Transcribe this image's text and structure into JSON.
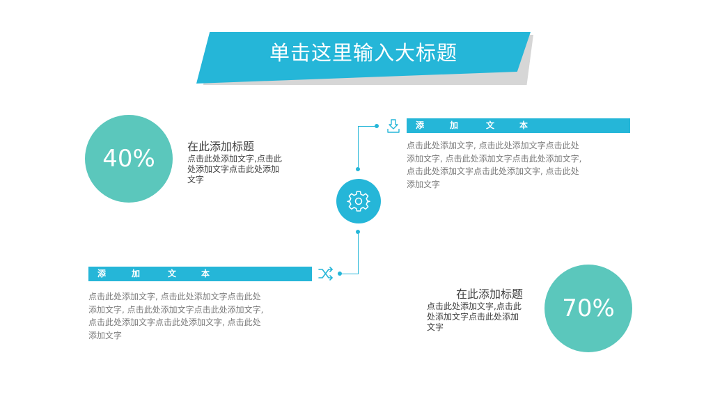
{
  "title": "单击这里输入大标题",
  "left_top": {
    "percent": "40%",
    "heading": "在此添加标题",
    "body_lines": [
      "点击此处添加文字,点击此",
      "处添加文字点击此处添加",
      "文字"
    ]
  },
  "right_bottom": {
    "percent": "70%",
    "heading": "在此添加标题",
    "body_lines": [
      "点击此处添加文字,点击此",
      "处添加文字点击此处添加",
      "文字"
    ]
  },
  "top_right_block": {
    "bar_chars": [
      "添",
      "加",
      "文",
      "本"
    ],
    "body_lines": [
      "点击此处添加文字, 点击此处添加文字点击此处",
      "添加文字, 点击此处添加文字点击此处添加文字,",
      "点击此处添加文字点击此处添加文字, 点击此处",
      "添加文字"
    ]
  },
  "bottom_left_block": {
    "bar_chars": [
      "添",
      "加",
      "文",
      "本"
    ],
    "body_lines": [
      "点击此处添加文字, 点击此处添加文字点击此处",
      "添加文字, 点击此处添加文字点击此处添加文字,",
      "点击此处添加文字点击此处添加文字, 点击此处",
      "添加文字"
    ]
  },
  "icons": {
    "center": "gear-icon",
    "top_right": "download-icon",
    "bottom_left": "shuffle-icon"
  },
  "colors": {
    "accent_blue": "#25b6d8",
    "accent_teal": "#5bc7bc"
  }
}
